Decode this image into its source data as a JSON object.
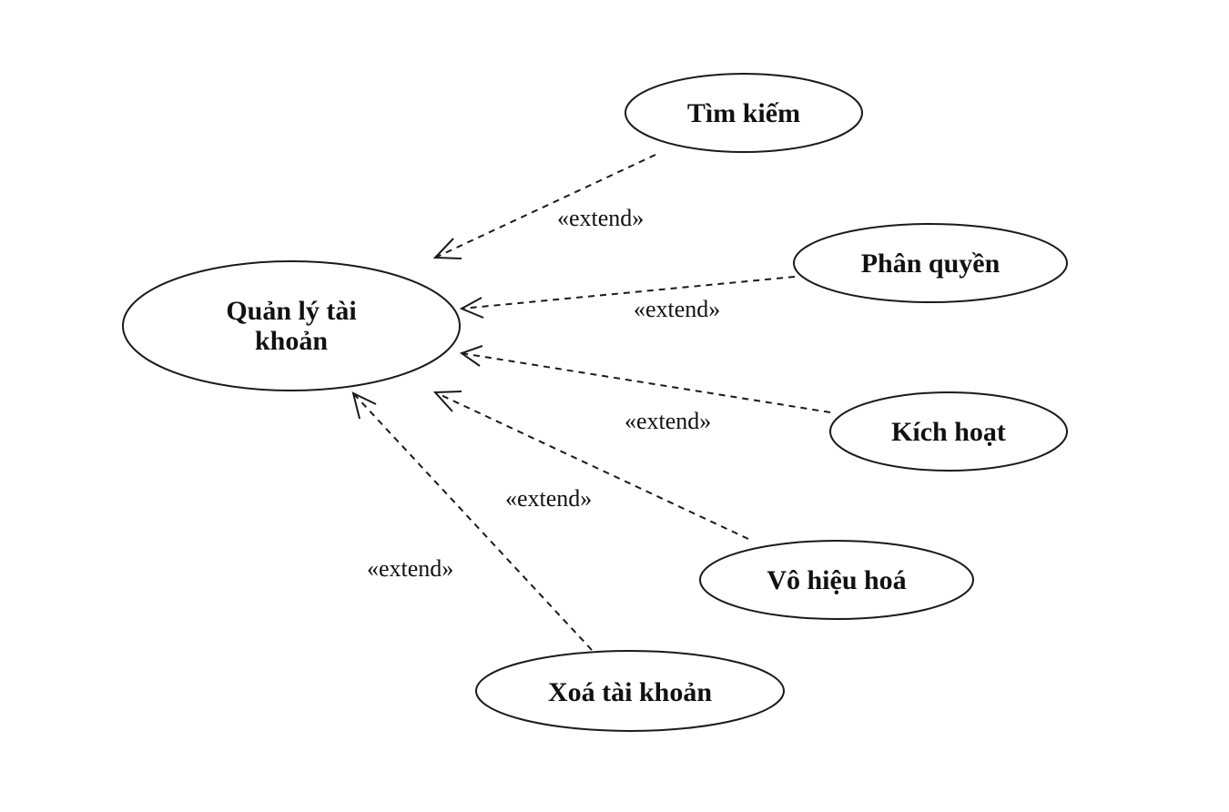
{
  "diagram": {
    "type": "use-case",
    "colors": {
      "stroke": "#1a1a1a",
      "text": "#111111",
      "background": "#ffffff"
    },
    "main_use_case": {
      "lines": [
        "Quản lý tài",
        "khoản"
      ]
    },
    "extensions": [
      {
        "name": "Tìm kiếm",
        "relation": "«extend»"
      },
      {
        "name": "Phân quyền",
        "relation": "«extend»"
      },
      {
        "name": "Kích hoạt",
        "relation": "«extend»"
      },
      {
        "name": "Vô hiệu hoá",
        "relation": "«extend»"
      },
      {
        "name": "Xoá tài khoản",
        "relation": "«extend»"
      }
    ]
  }
}
